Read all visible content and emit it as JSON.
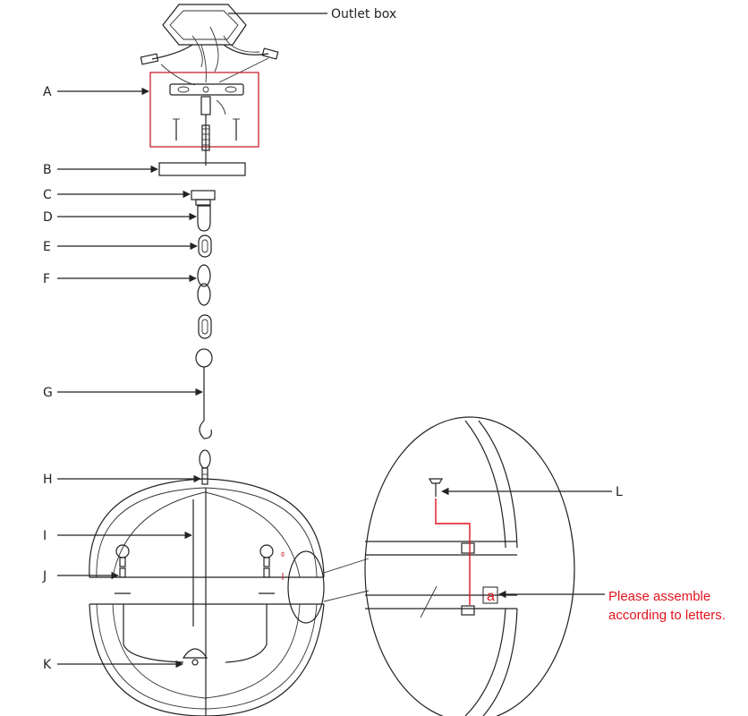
{
  "diagram": {
    "outlet_box_label": "Outlet box",
    "parts": [
      {
        "letter": "A"
      },
      {
        "letter": "B"
      },
      {
        "letter": "C"
      },
      {
        "letter": "D"
      },
      {
        "letter": "E"
      },
      {
        "letter": "F"
      },
      {
        "letter": "G"
      },
      {
        "letter": "H"
      },
      {
        "letter": "I"
      },
      {
        "letter": "J"
      },
      {
        "letter": "K"
      },
      {
        "letter": "L"
      }
    ],
    "detail_marker": "a",
    "note_line1": "Please assemble",
    "note_line2": "according to letters.",
    "accent_color": "#e0141e",
    "line_color": "#222222"
  }
}
